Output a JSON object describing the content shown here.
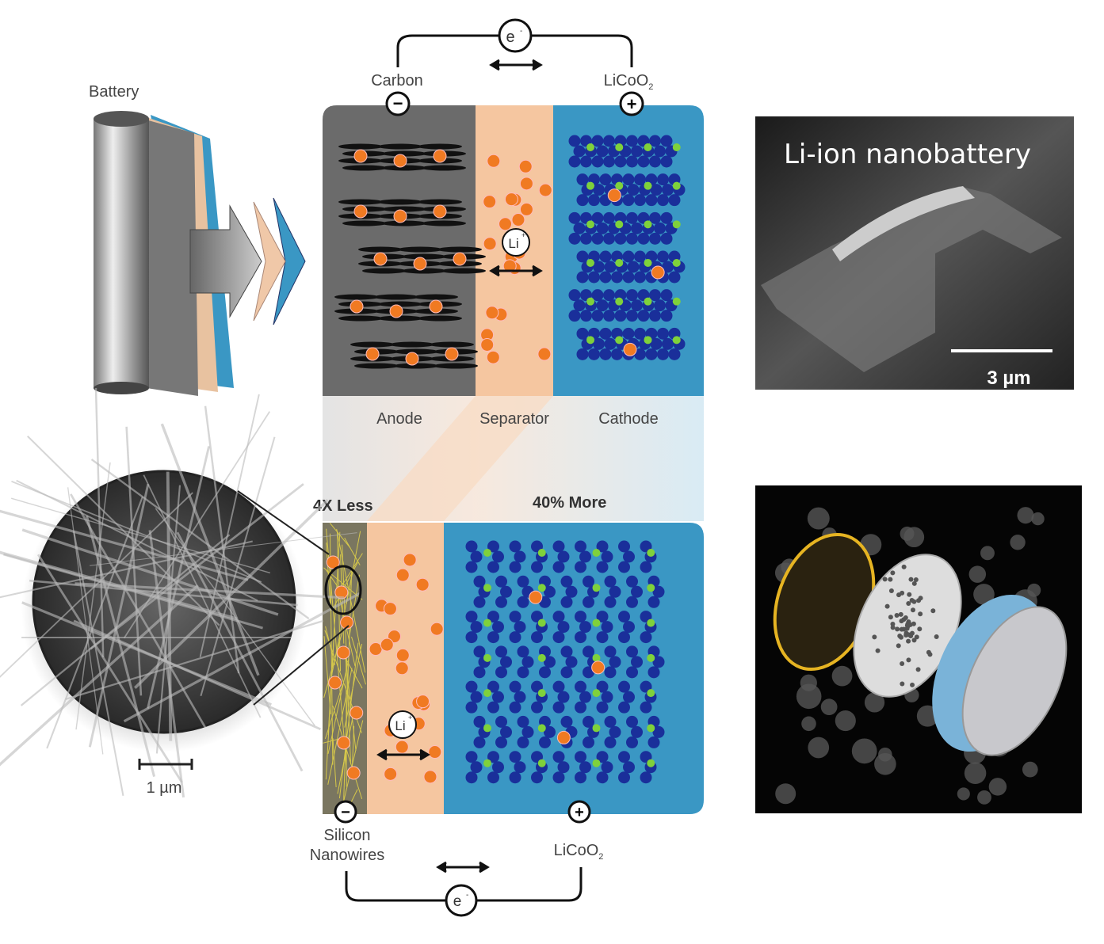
{
  "battery": {
    "label": "Battery"
  },
  "top_cell": {
    "anode_material": "Carbon",
    "cathode_material": "LiCoO",
    "cathode_subscript": "2",
    "electron": "e",
    "electron_sup": "-",
    "ion": "Li",
    "ion_sup": "+",
    "minus": "−",
    "plus": "+",
    "regions": [
      "Anode",
      "Separator",
      "Cathode"
    ]
  },
  "comparison": {
    "anode": "4X Less",
    "cathode": "40% More"
  },
  "bottom_cell": {
    "anode_material_line1": "Silicon",
    "anode_material_line2": "Nanowires",
    "cathode_material": "LiCoO",
    "cathode_subscript": "2",
    "electron": "e",
    "electron_sup": "-",
    "ion": "Li",
    "ion_sup": "+",
    "minus": "−",
    "plus": "+"
  },
  "sem_inset": {
    "scale_label": "1 µm"
  },
  "nanobattery_image": {
    "title": "Li-ion nanobattery",
    "scale_label": "3 µm"
  },
  "colors": {
    "anode": "#6b6b6b",
    "separator": "#f5c6a0",
    "cathode": "#3a97c4",
    "ion": "#f07a22",
    "cathode_dot": "#1a2f9a",
    "cathode_li": "#7fd13b"
  }
}
